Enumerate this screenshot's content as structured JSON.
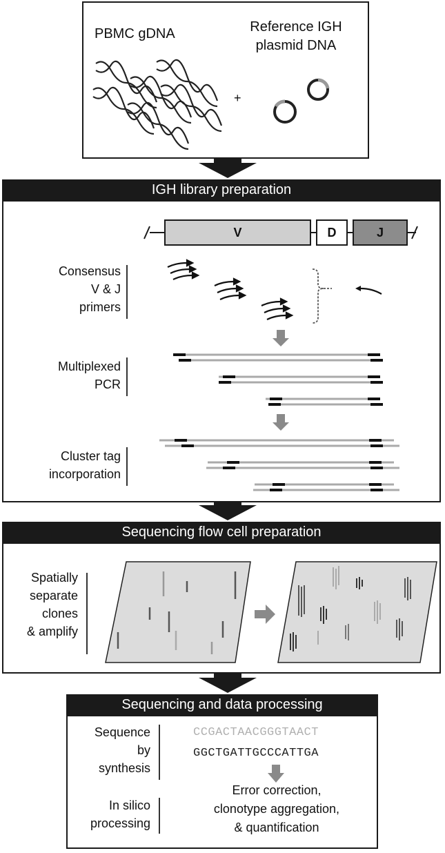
{
  "input": {
    "sample_label": "PBMC gDNA",
    "reference_label_line1": "Reference IGH",
    "reference_label_line2": "plasmid DNA",
    "plus": "+"
  },
  "library": {
    "title": "IGH library preparation",
    "gene_segments": [
      "V",
      "D",
      "J"
    ],
    "steps": [
      {
        "lines": [
          "Consensus",
          "V & J",
          "primers"
        ]
      },
      {
        "lines": [
          "Multiplexed",
          "PCR"
        ]
      },
      {
        "lines": [
          "Cluster tag",
          "incorporation"
        ]
      }
    ]
  },
  "flowcell": {
    "title": "Sequencing flow cell preparation",
    "lines": [
      "Spatially",
      "separate",
      "clones",
      "& amplify"
    ]
  },
  "sequencing": {
    "title": "Sequencing and data processing",
    "step1_lines": [
      "Sequence",
      "by",
      "synthesis"
    ],
    "read1": "CCGACTAACGGGTAACT",
    "read2": "GGCTGATTGCCCATTGA",
    "step2_lines": [
      "In silico",
      "processing"
    ],
    "result_lines": [
      "Error correction,",
      "clonotype aggregation,",
      "& quantification"
    ]
  },
  "colors": {
    "header_bg": "#1a1a1a",
    "v_segment": "#cfcfcf",
    "j_segment": "#8c8c8c",
    "arrow_gray": "#8a8a8a",
    "read_light": "#b0b0b0"
  }
}
